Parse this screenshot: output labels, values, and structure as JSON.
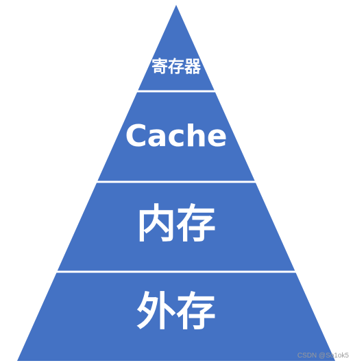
{
  "pyramid": {
    "fill_color": "#4472c4",
    "divider_color": "#ffffff",
    "tiers": [
      {
        "label": "寄存器"
      },
      {
        "label": "Cache"
      },
      {
        "label": "内存"
      },
      {
        "label": "外存"
      }
    ]
  },
  "watermark": {
    "text": "CSDN @So1ok5"
  }
}
